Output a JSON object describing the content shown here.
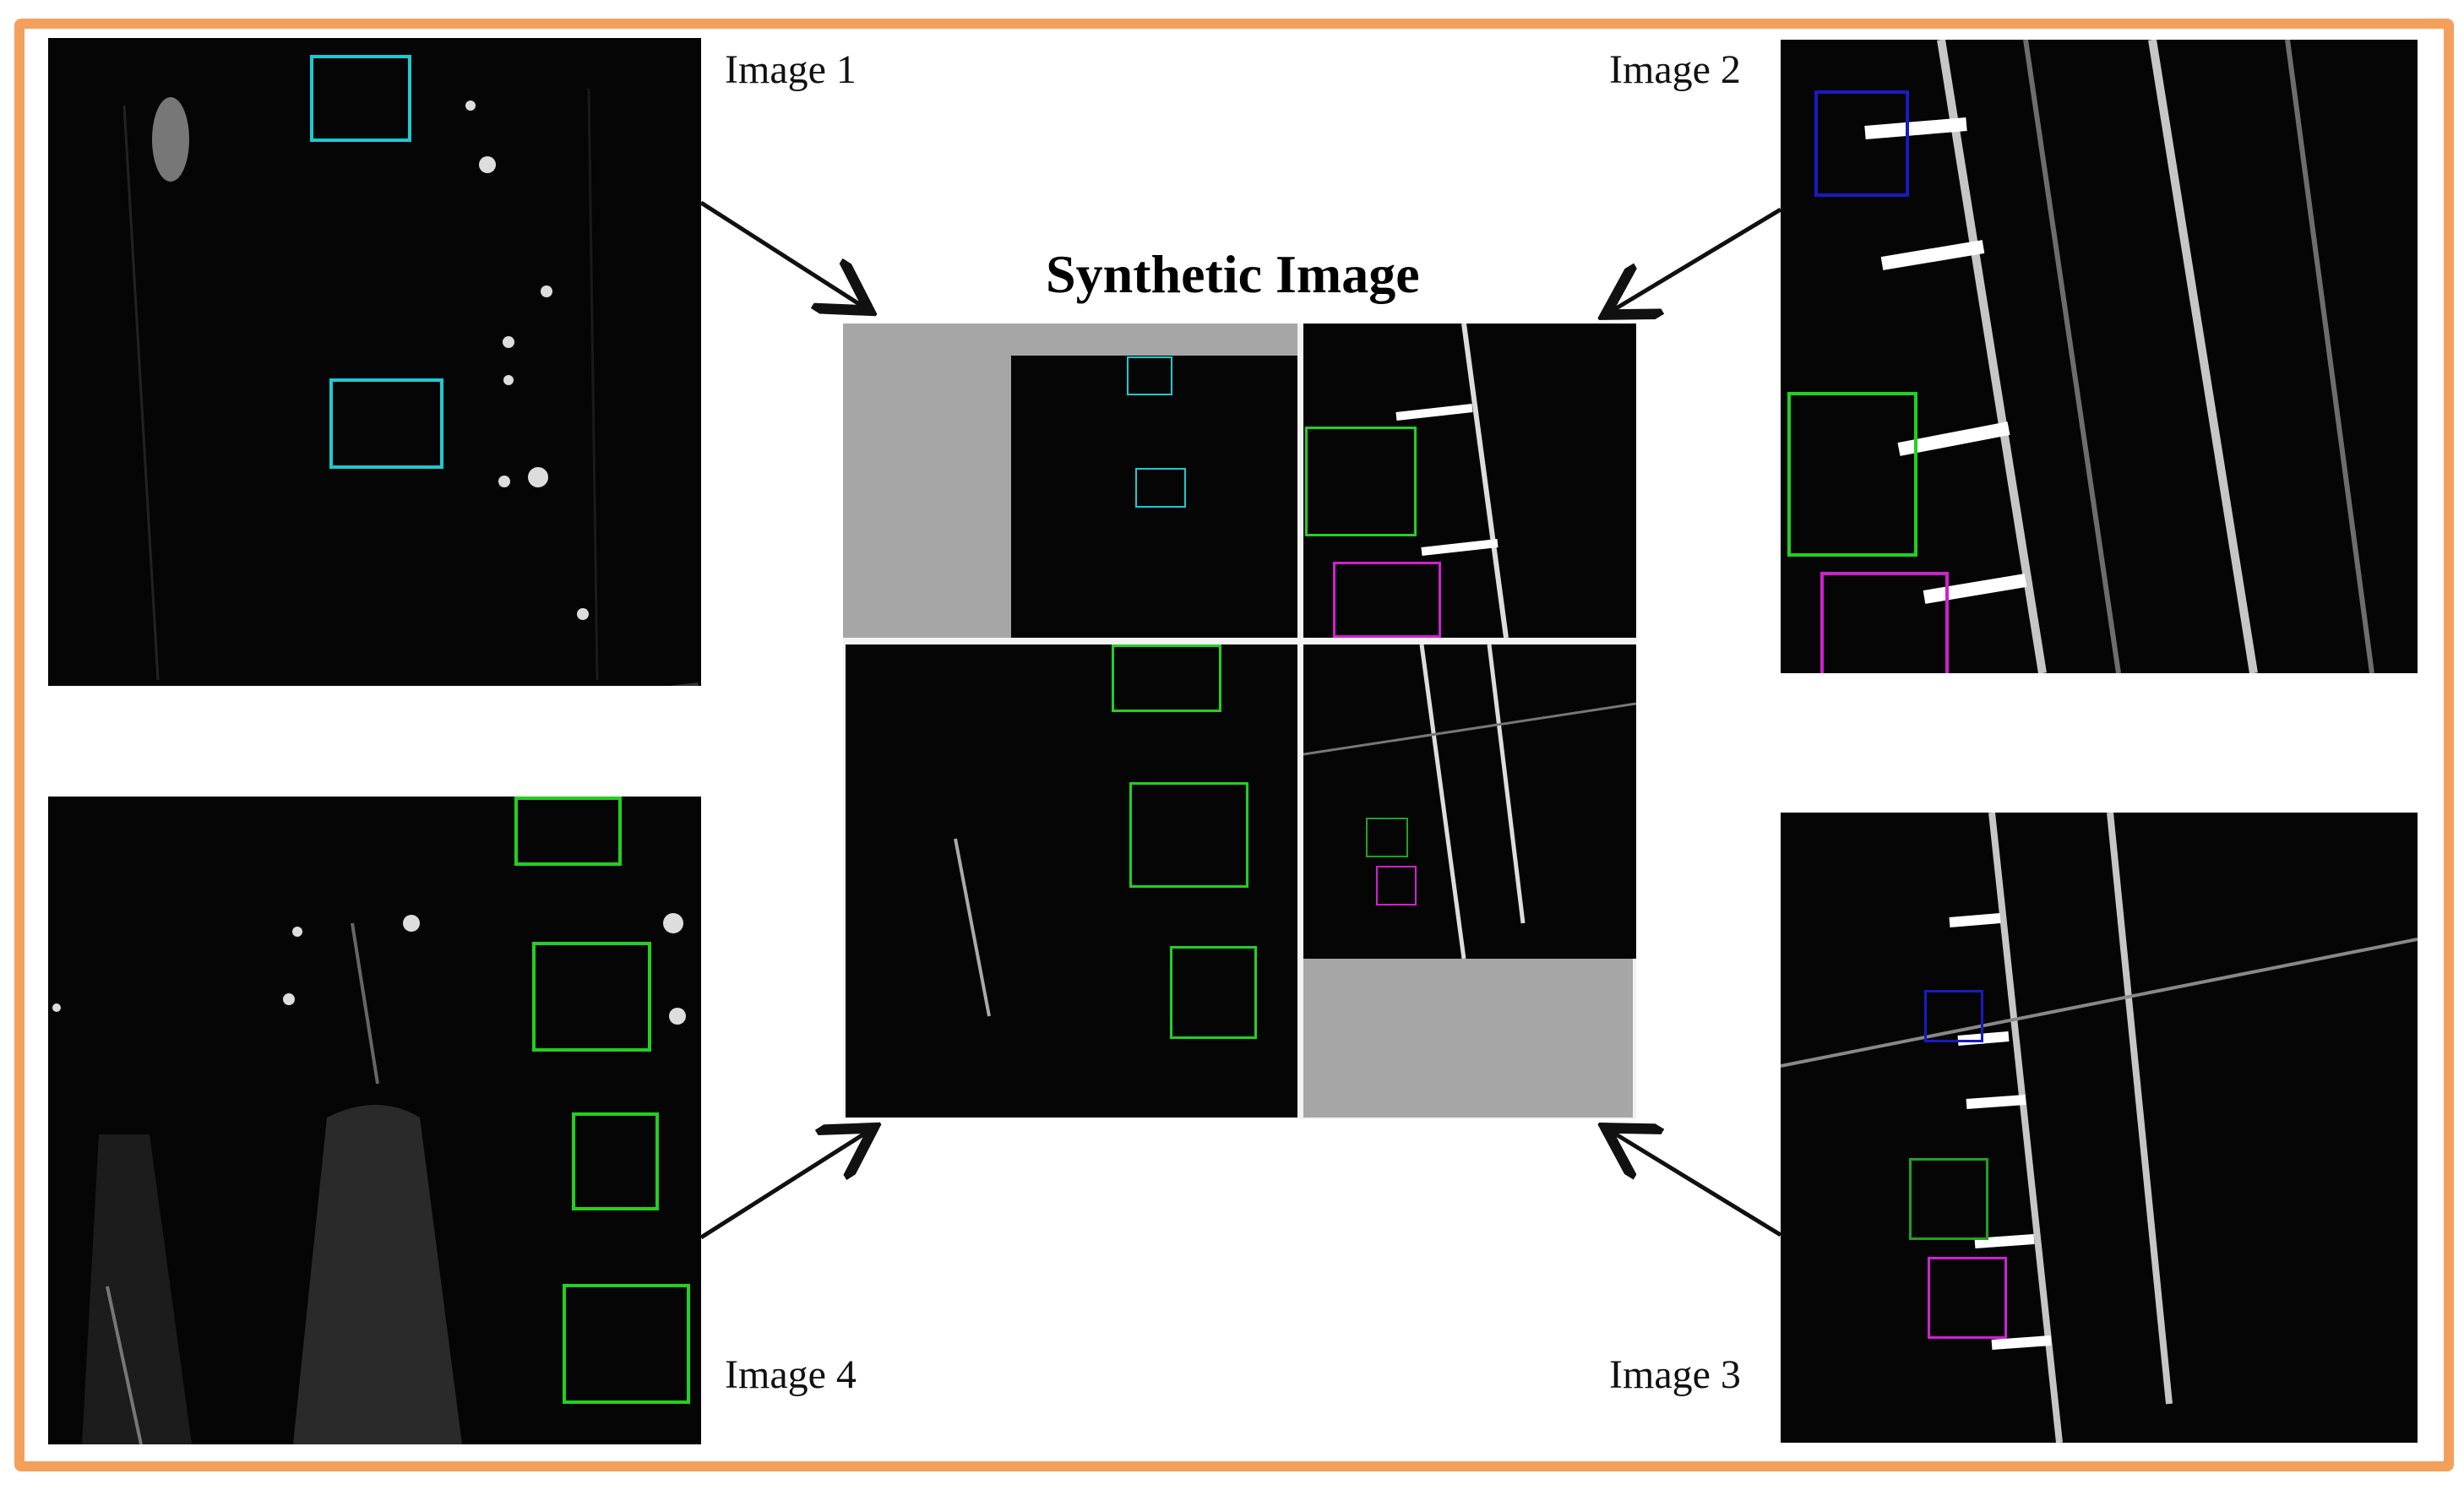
{
  "title": "Synthetic Image",
  "colors": {
    "frame": "#F4A05B",
    "box_cyan": "#20C8D0",
    "box_green": "#22D022",
    "box_blue": "#1A1AC0",
    "box_magenta": "#D020D0",
    "padding_gray": "#A6A6A6"
  },
  "images": [
    {
      "id": 1,
      "label": "Image 1",
      "position": "top-left",
      "boxes": [
        {
          "color": "cyan",
          "count": 2
        }
      ]
    },
    {
      "id": 2,
      "label": "Image 2",
      "position": "top-right",
      "boxes": [
        {
          "color": "blue",
          "count": 1
        },
        {
          "color": "green",
          "count": 1
        },
        {
          "color": "magenta",
          "count": 1
        }
      ]
    },
    {
      "id": 3,
      "label": "Image 3",
      "position": "bottom-right",
      "boxes": [
        {
          "color": "blue",
          "count": 1
        },
        {
          "color": "green",
          "count": 1
        },
        {
          "color": "magenta",
          "count": 1
        }
      ]
    },
    {
      "id": 4,
      "label": "Image 4",
      "position": "bottom-left",
      "boxes": [
        {
          "color": "green",
          "count": 4
        }
      ]
    }
  ],
  "composite": {
    "quadrants": [
      {
        "position": "top-left",
        "source": "Image 1 (scaled down, gray padding)"
      },
      {
        "position": "top-right",
        "source": "Image 2 (cropped)"
      },
      {
        "position": "bottom-left",
        "source": "Image 4 (cropped)"
      },
      {
        "position": "bottom-right",
        "source": "Image 3 (scaled down, gray padding)"
      }
    ]
  }
}
